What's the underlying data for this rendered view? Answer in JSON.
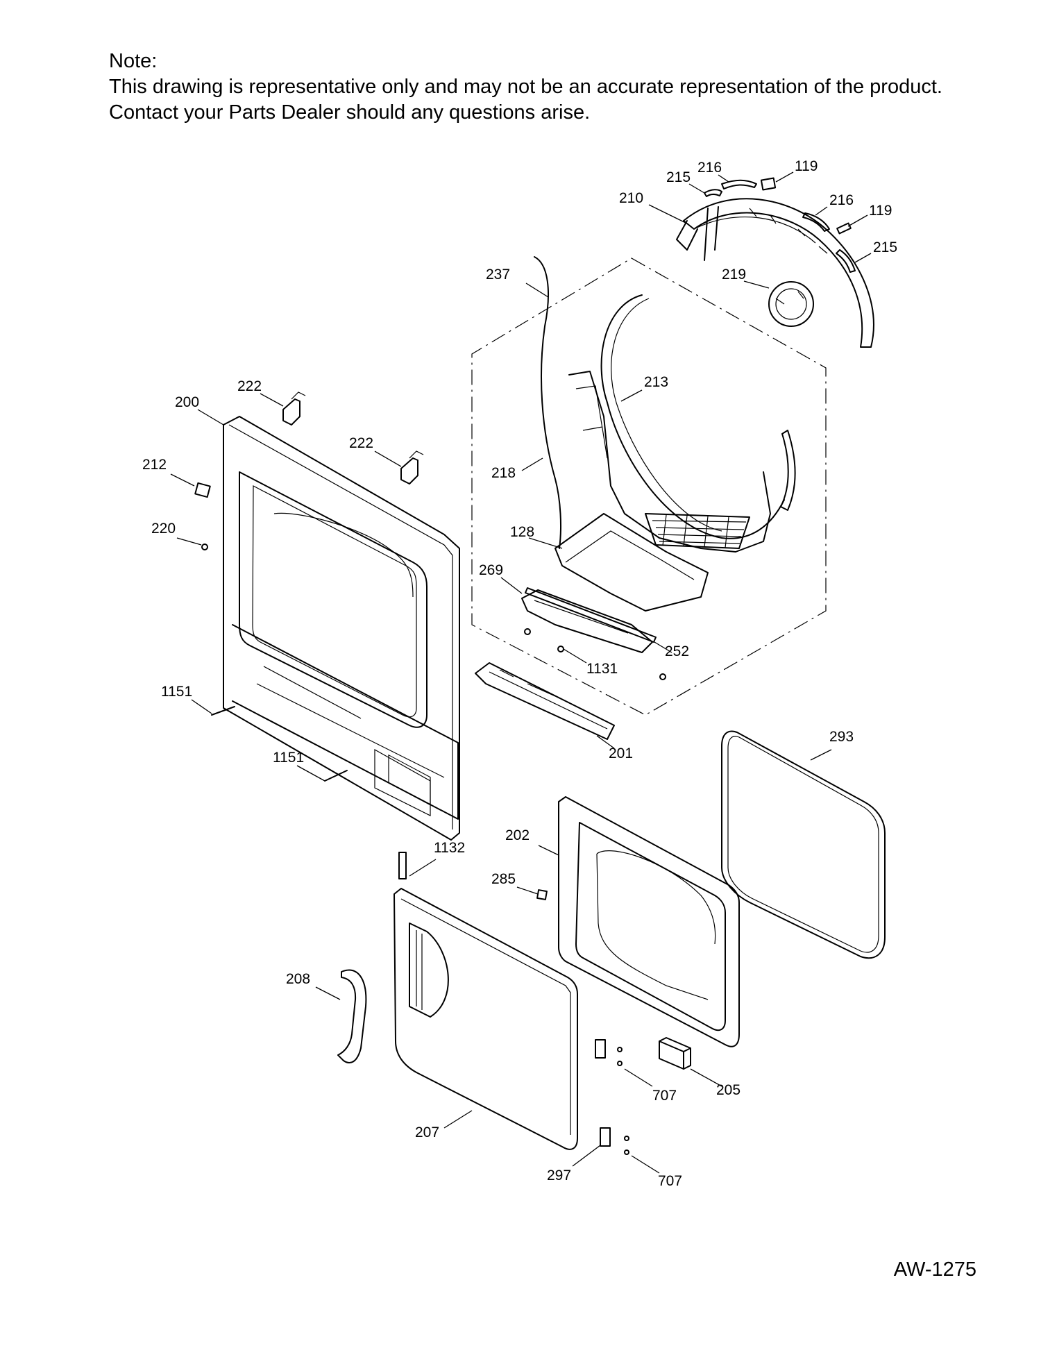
{
  "note": {
    "heading": "Note:",
    "line1": "This drawing is representative only and may not be an accurate representation of the product.",
    "line2": "Contact your Parts Dealer should any questions arise."
  },
  "drawing_code": "AW-1275",
  "callouts": {
    "c216a": "216",
    "c119a": "119",
    "c215a": "215",
    "c210": "210",
    "c216b": "216",
    "c119b": "119",
    "c215b": "215",
    "c237": "237",
    "c219": "219",
    "c213": "213",
    "c222a": "222",
    "c200": "200",
    "c222b": "222",
    "c212": "212",
    "c218": "218",
    "c220": "220",
    "c128": "128",
    "c269": "269",
    "c252": "252",
    "c1131": "1131",
    "c1151a": "1151",
    "c201": "201",
    "c293": "293",
    "c1151b": "1151",
    "c202": "202",
    "c1132": "1132",
    "c285": "285",
    "c208": "208",
    "c707a": "707",
    "c205": "205",
    "c207": "207",
    "c297": "297",
    "c707b": "707"
  }
}
